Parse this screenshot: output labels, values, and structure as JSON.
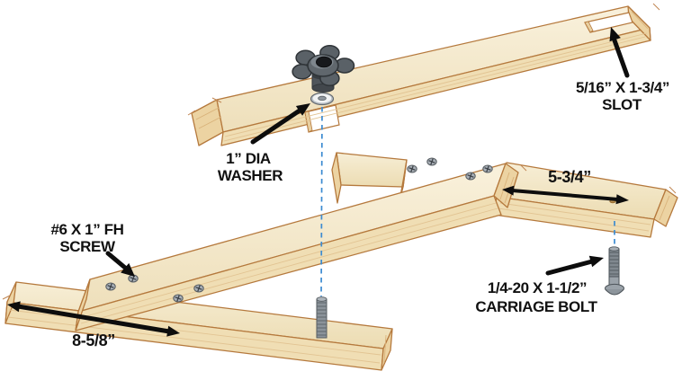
{
  "figure": {
    "type": "exploded-assembly-diagram",
    "background": "#ffffff"
  },
  "labels": {
    "washer": {
      "line1": "1” DIA",
      "line2": "WASHER"
    },
    "slot": {
      "line1": "5/16” X 1-3/4”",
      "line2": "SLOT"
    },
    "arm_length": {
      "text": "5-3/4”"
    },
    "screw": {
      "line1": "#6 X 1” FH",
      "line2": "SCREW"
    },
    "base_length": {
      "text": "8-5/8”"
    },
    "carriage_bolt": {
      "line1": "1/4-20 X 1-1/2”",
      "line2": "CARRIAGE BOLT"
    }
  },
  "palette": {
    "wood_face": "#f6ecd2",
    "wood_side": "#f0deb4",
    "wood_end": "#ecd3a2",
    "outline": "#b5793d",
    "metal": "#9aa2a9",
    "metal_dark": "#4d545a",
    "knob": "#5a6167",
    "dash_blue": "#3c8bd1",
    "label_text": "#111111",
    "arrow": "#0d0d0d"
  }
}
